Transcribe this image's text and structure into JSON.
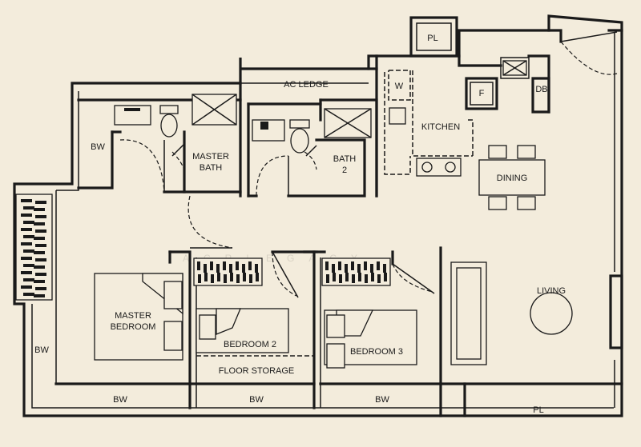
{
  "labels": {
    "pl_top": "PL",
    "ac_ledge": "AC LEDGE",
    "w": "W",
    "f": "F",
    "db": "DB",
    "kitchen": "KITCHEN",
    "bw_left_top": "BW",
    "master_bath_1": "MASTER",
    "master_bath_2": "BATH",
    "bath2_1": "BATH",
    "bath2_2": "2",
    "dining": "DINING",
    "master_bedroom_1": "MASTER",
    "master_bedroom_2": "BEDROOM",
    "bedroom2": "BEDROOM 2",
    "floor_storage": "FLOOR STORAGE",
    "bedroom3": "BEDROOM 3",
    "living": "LIVING",
    "bw_left": "BW",
    "bw_bottom_1": "BW",
    "bw_bottom_2": "BW",
    "bw_bottom_3": "BW",
    "pl_bottom": "PL"
  },
  "watermark": "ACRLEGACY"
}
